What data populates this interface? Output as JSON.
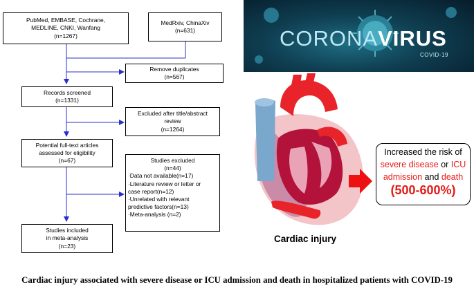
{
  "flow": {
    "db_left": [
      "PubMed, EMBASE, Cochrane,",
      "MEDLINE, CNKI, Wanfang",
      "(n=1267)"
    ],
    "db_right": [
      "MedRxiv, ChinaXiv",
      "(n=631)"
    ],
    "remove": [
      "Remove duplicates",
      "(n=567)"
    ],
    "screened": [
      "Records screened",
      "(n=1331)"
    ],
    "excluded_title": [
      "Excluded after title/abstract",
      "review",
      "(n=1264)"
    ],
    "potential": [
      "Potential full-text articles",
      "assessed for eligibility",
      "(n=67)"
    ],
    "studies_excluded": {
      "title": "Studies excluded",
      "count": "(n=44)",
      "items": [
        "·Data not available(n=17)",
        "·Literature review or letter or",
        "case report(n=12)",
        "·Unrelated with relevant",
        "predictive factors(n=13)",
        "·Meta-analysis (n=2)"
      ]
    },
    "included": [
      "Studies included",
      "in meta-analysis",
      "(n=23)"
    ]
  },
  "banner": {
    "word_a": "CORONA",
    "word_b": "VIRUS",
    "sub": "COVID-19"
  },
  "heart_label": "Cardiac injury",
  "risk": {
    "line1": "Increased the risk of",
    "severe": "severe disease",
    "or": " or ",
    "icu": "ICU",
    "admission": "admission",
    "and": " and ",
    "death": "death",
    "pct": "(500-600%)"
  },
  "caption": "Cardiac injury associated with severe disease or ICU admission and death in hospitalized patients with COVID-19",
  "colors": {
    "arrow": "#2b2fc9",
    "accent_red": "#e41b17"
  }
}
